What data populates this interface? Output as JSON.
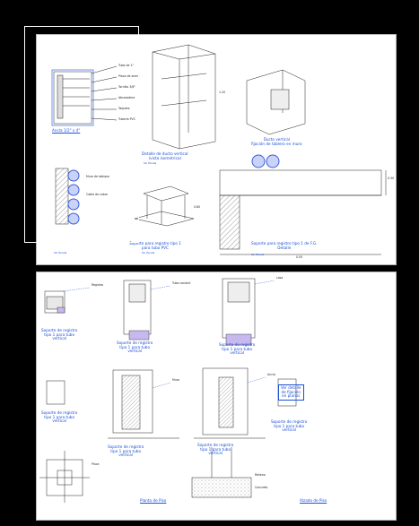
{
  "top_sheet": {
    "captions": [
      {
        "id": "cap-vertical-duct",
        "text": "Detalle de ducto vertical\n(vista isometrica)"
      },
      {
        "id": "cap-wall-panel",
        "text": "Ducto vertical\nfijación de tablero en muro"
      },
      {
        "id": "cap-pipe-support",
        "text": "Soporte para registro tipo 1\npara tubo PVC"
      },
      {
        "id": "cap-support-detail",
        "text": "Soporte para registro tipo 1 de F.G.\nDetalle"
      }
    ],
    "left_notes": [
      "Tubo de 1\"",
      "Placa de acero",
      "Tornillo 3/8\"",
      "Abrazadera",
      "Taquete",
      "Tubería PVC",
      "Muro de tabique",
      "Ancla 1/2\" x 4\"",
      "Cable de cobre"
    ],
    "dims": [
      "0.50",
      "1.20",
      "0.80",
      "0.30"
    ],
    "scale_labels": [
      "Sin Escala",
      "Sin Escala",
      "Sin Escala",
      "Sin Escala"
    ]
  },
  "bottom_sheet": {
    "captions": [
      {
        "id": "cap-a",
        "text": "Soporte de registro\ntipo 1 para tubo\nvertical"
      },
      {
        "id": "cap-b",
        "text": "Soporte de registro\ntipo 1 para tubo\nvertical"
      },
      {
        "id": "cap-c",
        "text": "Soporte de registro\ntipo 1 para tubo\nvertical"
      },
      {
        "id": "cap-d",
        "text": "Soporte de registro\ntipo 1 para tubo\nvertical"
      },
      {
        "id": "cap-e",
        "text": "Soporte de registro\ntipo 1 para tubo\nvertical"
      },
      {
        "id": "cap-f",
        "text": "Soporte de registro\ntipo 1 para tubo\nvertical"
      },
      {
        "id": "cap-g",
        "text": "Soporte de registro\ntipo 1 para tubo\nvertical"
      },
      {
        "id": "cap-plan",
        "text": "Planta de Piso"
      },
      {
        "id": "cap-elev",
        "text": "Alzado de Piso"
      }
    ],
    "legend": "Ver detalle\nde fijación\nen planos",
    "notes": [
      "Registro",
      "Tubo conduit",
      "Losa",
      "Muro",
      "Ancla",
      "Placa",
      "Relleno",
      "Concreto"
    ]
  },
  "colors": {
    "background": "#000000",
    "sheet": "#ffffff",
    "ink": "#222222",
    "accent": "#1a4fd6",
    "fill": "#c8b8f0",
    "pipe": "#3b5ed8"
  }
}
